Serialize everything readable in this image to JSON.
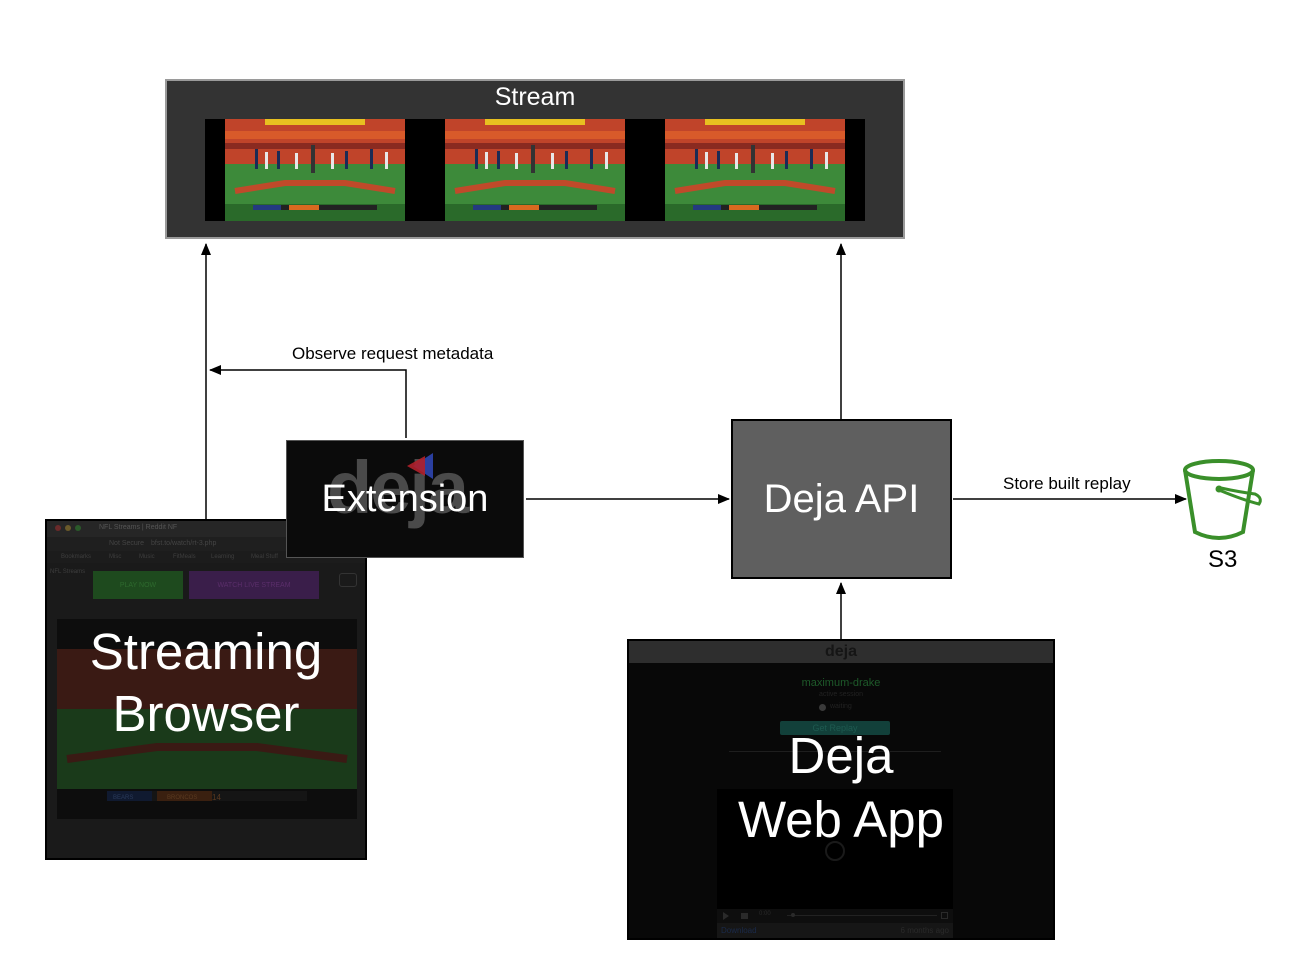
{
  "nodes": {
    "stream": {
      "label": "Stream"
    },
    "extension": {
      "label": "Extension",
      "logo_text": "deja"
    },
    "deja_api": {
      "label": "Deja API"
    },
    "streaming_browser": {
      "label_line1": "Streaming",
      "label_line2": "Browser",
      "tab_title": "NFL Streams | Reddit NF",
      "address_security": "Not Secure",
      "address_url": "bfst.to/watch/rt-3.php",
      "bookmarks": [
        "Bookmarks",
        "Misc",
        "Music",
        "FitMeals",
        "Learning",
        "Meal Stuff"
      ],
      "site_name": "NFL Streams",
      "play_button": "PLAY NOW",
      "watch_button": "WATCH LIVE STREAM",
      "score": {
        "team1": "BEARS",
        "team2": "BRONCOS",
        "team2_score": "14"
      }
    },
    "web_app": {
      "label_line1": "Deja",
      "label_line2": "Web App",
      "header_logo": "deja",
      "session_name": "maximum-drake",
      "session_status": "active session",
      "waiting_text": "waiting",
      "replay_button": "Get Replay",
      "player_time": "0:00",
      "download_link": "Download",
      "age_text": "6 months ago"
    },
    "s3": {
      "label": "S3"
    }
  },
  "edges": {
    "observe_metadata": "Observe request metadata",
    "store_replay": "Store built replay"
  },
  "colors": {
    "stream_bg": "#333333",
    "api_bg": "#5f5f5f",
    "s3_green": "#3a8f2a",
    "extension_accent_blue": "#2a3fa0",
    "extension_accent_red": "#b0202a",
    "webapp_green": "#2aa84a"
  }
}
